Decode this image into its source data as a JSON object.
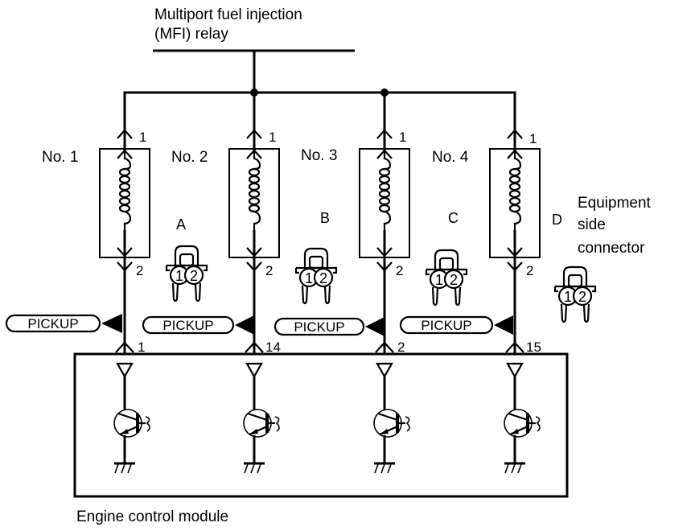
{
  "title": "MFI injector circuit wiring diagram",
  "relay": {
    "label_line1": "Multiport fuel injection",
    "label_line2": "(MFI) relay"
  },
  "injectors": [
    {
      "name": "No. 1",
      "pin_top": "1",
      "pin_bottom": "2",
      "ecm_terminal": "1"
    },
    {
      "name": "No. 2",
      "pin_top": "1",
      "pin_bottom": "2",
      "ecm_terminal": "14"
    },
    {
      "name": "No. 3",
      "pin_top": "1",
      "pin_bottom": "2",
      "ecm_terminal": "2"
    },
    {
      "name": "No. 4",
      "pin_top": "1",
      "pin_bottom": "2",
      "ecm_terminal": "15"
    }
  ],
  "connectors": [
    {
      "letter": "A",
      "pin1": "1",
      "pin2": "2"
    },
    {
      "letter": "B",
      "pin1": "1",
      "pin2": "2"
    },
    {
      "letter": "C",
      "pin1": "1",
      "pin2": "2"
    },
    {
      "letter": "D",
      "pin1": "1",
      "pin2": "2"
    }
  ],
  "pickup_label": "PICKUP",
  "pickups": [
    "PICKUP",
    "PICKUP",
    "PICKUP",
    "PICKUP"
  ],
  "equipment_connector": {
    "line1": "Equipment",
    "line2": "side",
    "line3": "connector"
  },
  "ecm": {
    "label": "Engine control module"
  }
}
